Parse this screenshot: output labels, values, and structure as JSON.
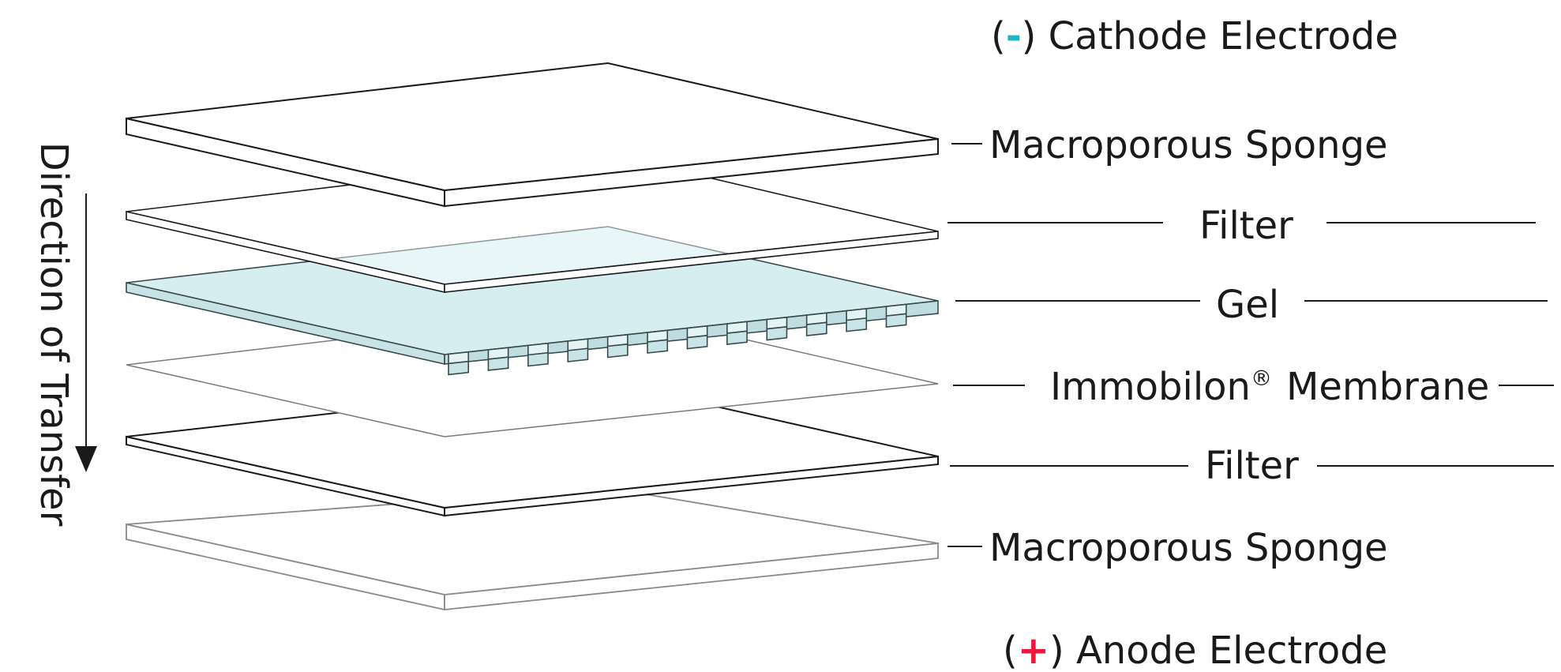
{
  "cathode": {
    "sign": "-",
    "open": "(",
    "close": ")",
    "text": " Cathode Electrode",
    "sign_color": "#1fb5c1"
  },
  "anode": {
    "sign": "+",
    "open": "(",
    "close": ")",
    "text": " Anode Electrode",
    "sign_color": "#e8193c"
  },
  "direction_label": "Direction of Transfer",
  "layers": {
    "sponge_top": "Macroporous Sponge",
    "filter_top": "Filter",
    "gel": "Gel",
    "membrane": "Immobilon",
    "membrane_mark": "®",
    "membrane_suffix": "Membrane",
    "filter_bottom": "Filter",
    "sponge_bottom": "Macroporous Sponge"
  },
  "colors": {
    "gel_fill": "#d7eef0",
    "gel_top_light": "#eaf6f7",
    "outline": "#1a1a1a",
    "outline_light": "#7a7a7a"
  }
}
